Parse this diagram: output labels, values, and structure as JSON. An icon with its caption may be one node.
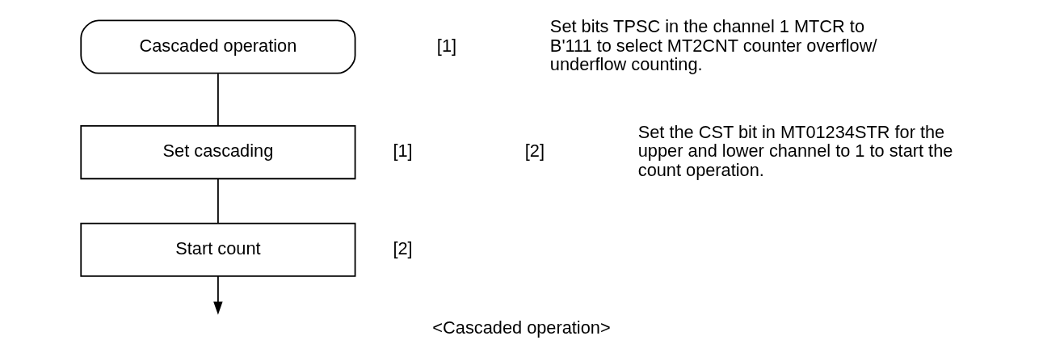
{
  "diagram": {
    "caption": "<Cascaded operation>",
    "nodes": [
      {
        "text": [
          "Cascaded operation"
        ]
      },
      {
        "text": [
          "Set cascading"
        ],
        "beside": [
          "[1]"
        ]
      },
      {
        "text": [
          "Start count"
        ],
        "beside": [
          "[2]"
        ]
      }
    ],
    "edges": [
      {
        "from": 0,
        "to": 1,
        "arrow": "none"
      },
      {
        "from": 1,
        "to": 2,
        "arrow": "none"
      },
      {
        "from": 2,
        "to": null,
        "arrow": "to"
      }
    ],
    "labels": [
      "[1]",
      "Set bits TPSC in the channel 1 MTCR to B'111 to select MT2CNT counter overflow/ underflow counting.",
      "[2]",
      "Set the CST bit in MT01234STR for the upper and lower channel to 1 to start the count operation."
    ]
  }
}
